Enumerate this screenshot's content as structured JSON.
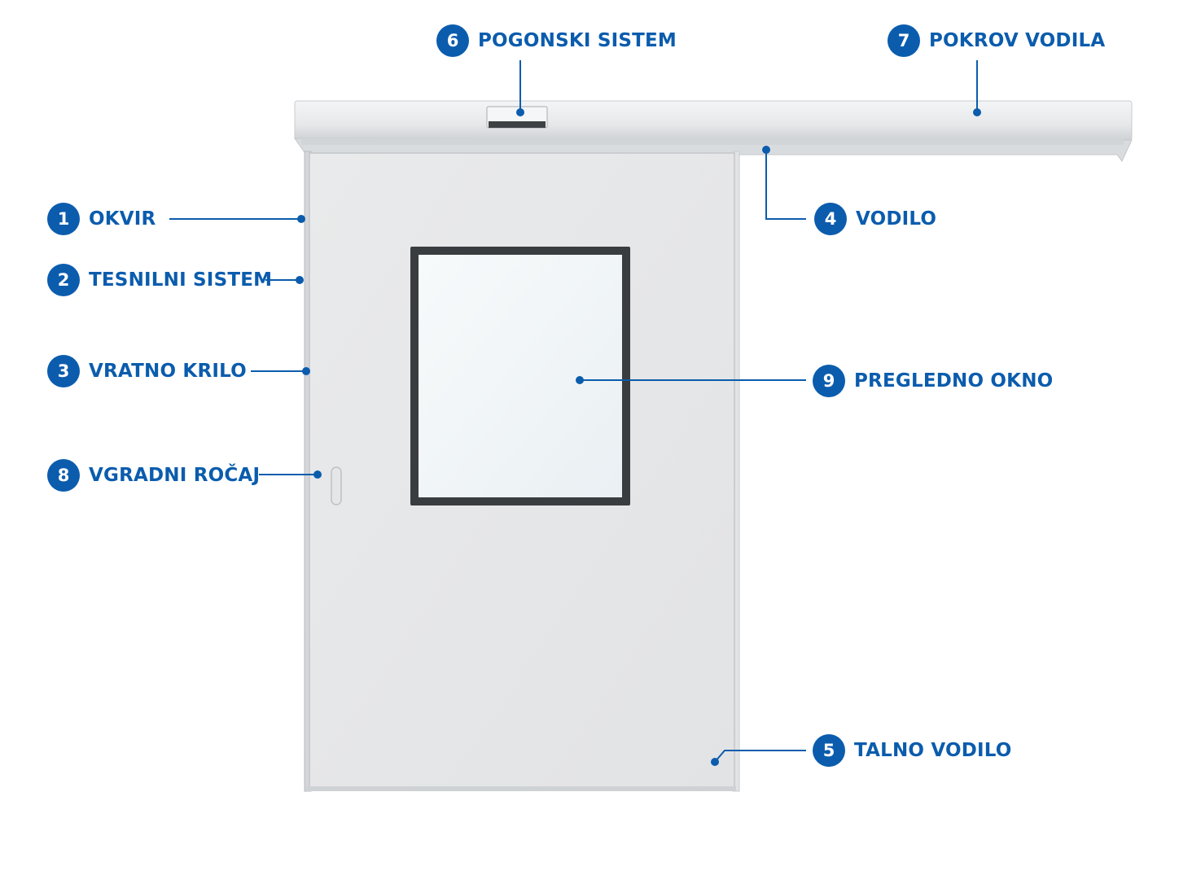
{
  "colors": {
    "accent": "#0b5cad",
    "panel": "#e8e9ea",
    "frame": "#d6d8da",
    "glass": "#f1f5f7",
    "window_border": "#3a3d40"
  },
  "labels": [
    {
      "num": "1",
      "text": "OKVIR"
    },
    {
      "num": "2",
      "text": "TESNILNI SISTEM"
    },
    {
      "num": "3",
      "text": "VRATNO KRILO"
    },
    {
      "num": "4",
      "text": "VODILO"
    },
    {
      "num": "5",
      "text": "TALNO VODILO"
    },
    {
      "num": "6",
      "text": "POGONSKI SISTEM"
    },
    {
      "num": "7",
      "text": "POKROV VODILA"
    },
    {
      "num": "8",
      "text": "VGRADNI ROČAJ"
    },
    {
      "num": "9",
      "text": "PREGLEDNO OKNO"
    }
  ]
}
